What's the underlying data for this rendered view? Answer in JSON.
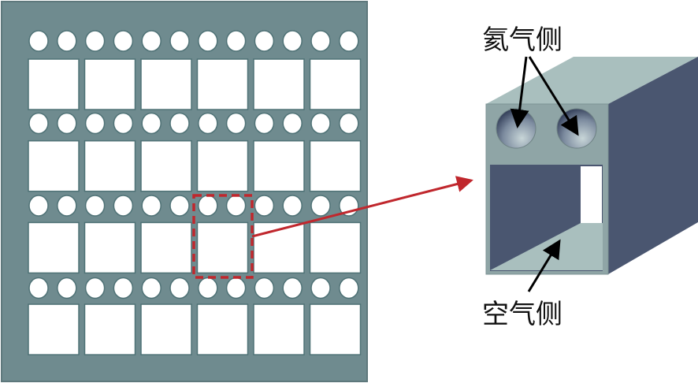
{
  "labels": {
    "helium_side": "氦气侧",
    "air_side": "空气侧"
  },
  "plate": {
    "columns": 6,
    "rows": 4,
    "holes_per_row": 12
  },
  "colors": {
    "plate": "#6f8b8f",
    "highlight": "#c0272d",
    "box_front": "#8fa5a6",
    "box_top": "#a9bfbe",
    "box_side": "#4a5670",
    "arrow": "#000000"
  }
}
